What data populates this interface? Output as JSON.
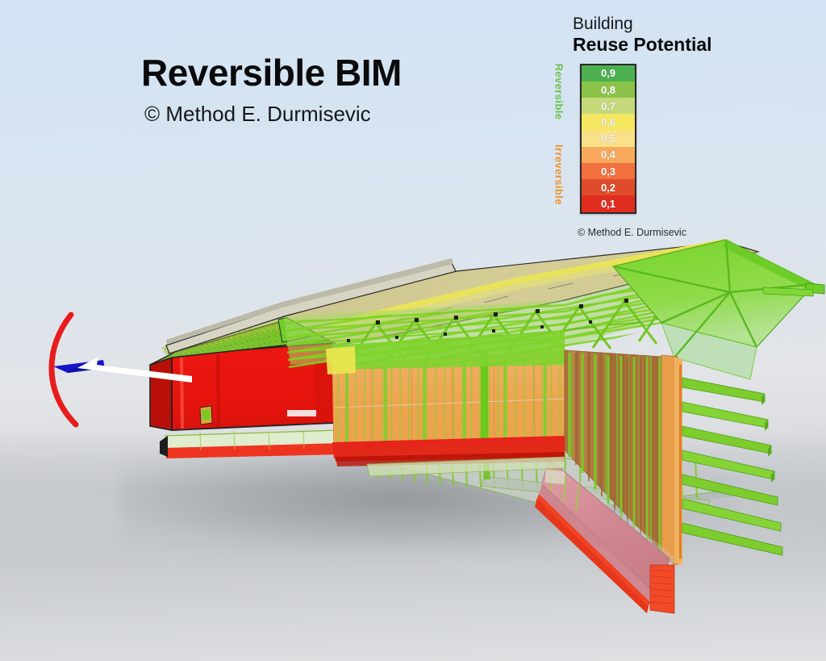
{
  "page": {
    "title": "Reversible BIM",
    "author_credit": "© Method E. Durmisevic"
  },
  "legend": {
    "heading_line1": "Building",
    "heading_line2": "Reuse Potential",
    "axis_top_label": "Reversible",
    "axis_bottom_label": "Irreversible",
    "credit": "© Method E. Durmisevic",
    "bands": [
      {
        "value": "0,9",
        "color": "#4caf50"
      },
      {
        "value": "0,8",
        "color": "#8bc34a"
      },
      {
        "value": "0,7",
        "color": "#c5d97a"
      },
      {
        "value": "0,6",
        "color": "#f5e760"
      },
      {
        "value": "0,5",
        "color": "#fbe08a"
      },
      {
        "value": "0,4",
        "color": "#f8a95c"
      },
      {
        "value": "0,3",
        "color": "#f2713f"
      },
      {
        "value": "0,2",
        "color": "#df4b2a"
      },
      {
        "value": "0,1",
        "color": "#e02d1f"
      }
    ]
  },
  "callout": {
    "arc_color": "#e81c1c",
    "arrow_color": "#1414c8",
    "pointer_color": "#ffffff",
    "arc_name": "disassembly-arc",
    "arrow_name": "direction-arrow",
    "pointer_name": "pointer-arrow"
  },
  "model": {
    "caption": "Reversible BIM building model coloured by reuse potential",
    "palette": {
      "roof_deck": "#cfc791",
      "roof_edge_yellow": "#e9e35a",
      "truss_green": "#7ed321",
      "bright_green": "#6fd321",
      "canopy_green": "#62c62a",
      "wall_red": "#e8160f",
      "wall_orange": "#f0a75a",
      "wall_brown": "#b5763f",
      "foundation_pink": "#d98e96",
      "foundation_red": "#f04323",
      "green_mesh": "#9bbd3a",
      "outline": "#2c2c2c"
    }
  },
  "chart_data": {
    "type": "heatmap",
    "title": "Building Reuse Potential",
    "legend_position": "top-right",
    "categories": [
      "0,9",
      "0,8",
      "0,7",
      "0,6",
      "0,5",
      "0,4",
      "0,3",
      "0,2",
      "0,1"
    ],
    "values": [
      0.9,
      0.8,
      0.7,
      0.6,
      0.5,
      0.4,
      0.3,
      0.2,
      0.1
    ],
    "colors": [
      "#4caf50",
      "#8bc34a",
      "#c5d97a",
      "#f5e760",
      "#fbe08a",
      "#f8a95c",
      "#f2713f",
      "#df4b2a",
      "#e02d1f"
    ],
    "axis_labels": {
      "high": "Reversible",
      "low": "Irreversible"
    },
    "ylim": [
      0.1,
      0.9
    ]
  }
}
